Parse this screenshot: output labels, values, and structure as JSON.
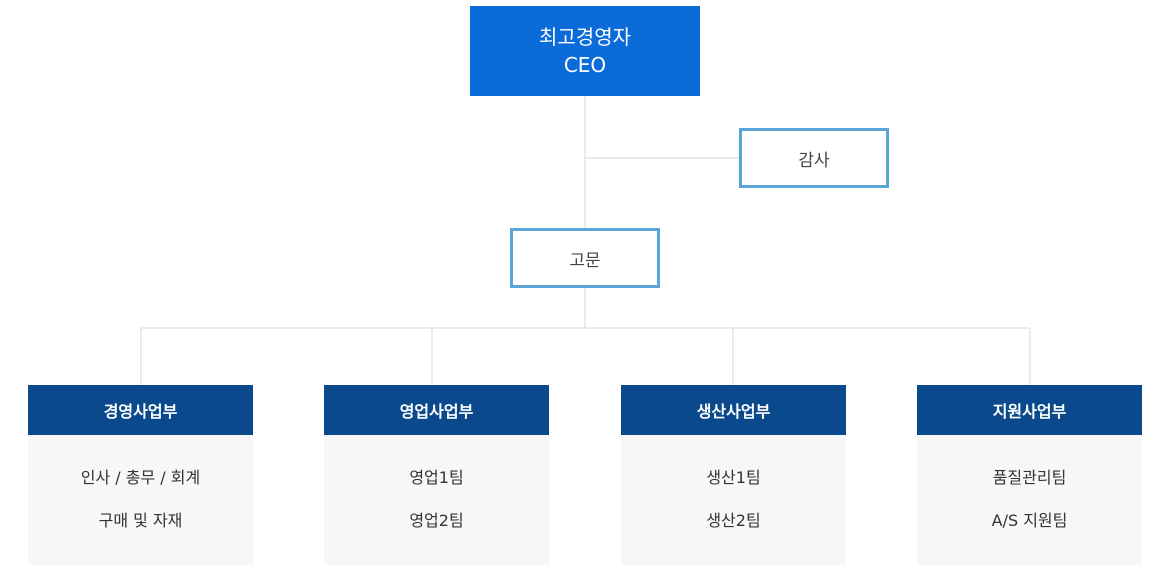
{
  "chart": {
    "ceo": {
      "title_ko": "최고경영자",
      "title_en": "CEO"
    },
    "audit": {
      "label": "감사"
    },
    "advisor": {
      "label": "고문"
    },
    "departments": [
      {
        "name": "경영사업부",
        "teams": [
          "인사 / 총무 / 회계",
          "구매 및 자재"
        ]
      },
      {
        "name": "영업사업부",
        "teams": [
          "영업1팀",
          "영업2팀"
        ]
      },
      {
        "name": "생산사업부",
        "teams": [
          "생산1팀",
          "생산2팀"
        ]
      },
      {
        "name": "지원사업부",
        "teams": [
          "품질관리팀",
          "A/S 지원팀"
        ]
      }
    ]
  },
  "colors": {
    "ceo_box": "#0b6bd8",
    "dept_header": "#0a4a8c",
    "outline_border": "#5aa5d6",
    "connector": "#d7d7d7",
    "dept_body": "#f7f7f7"
  }
}
